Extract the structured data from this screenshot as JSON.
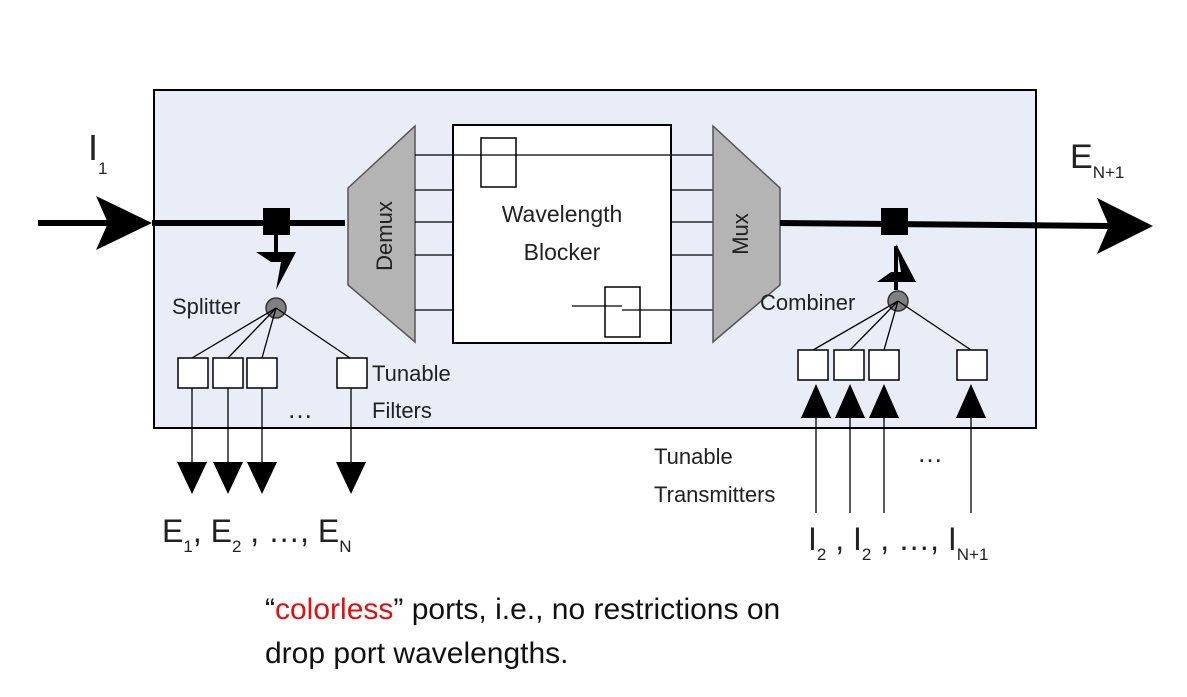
{
  "colors": {
    "box_fill": "#e8edf8",
    "trapezoid_fill": "#b4b4b4",
    "highlight": "#e01010",
    "line": "#000000"
  },
  "labels": {
    "input_main": "I",
    "input_main_sub": "1",
    "output_main": "E",
    "output_main_sub": "N+1",
    "demux": "Demux",
    "mux": "Mux",
    "blocker_line1": "Wavelength",
    "blocker_line2": "Blocker",
    "splitter": "Splitter",
    "combiner": "Combiner",
    "tunable_filters_line1": "Tunable",
    "tunable_filters_line2": "Filters",
    "tunable_tx_line1": "Tunable",
    "tunable_tx_line2": "Transmitters",
    "ellipsis": "…"
  },
  "drop_ports": {
    "e1": "E",
    "e1_sub": "1",
    "sep1": ", ",
    "e2": "E",
    "e2_sub": "2",
    "mid": " , …, ",
    "en": "E",
    "en_sub": "N"
  },
  "add_ports": {
    "i2a": "I",
    "i2a_sub": "2",
    "sep1": " , ",
    "i2b": "I",
    "i2b_sub": "2",
    "mid": " , …, ",
    "in": "I",
    "in_sub": "N+1"
  },
  "caption": {
    "open_quote": "“",
    "highlight": "colorless",
    "rest_line1": "” ports, i.e., no restrictions on",
    "line2": "drop port wavelengths."
  }
}
